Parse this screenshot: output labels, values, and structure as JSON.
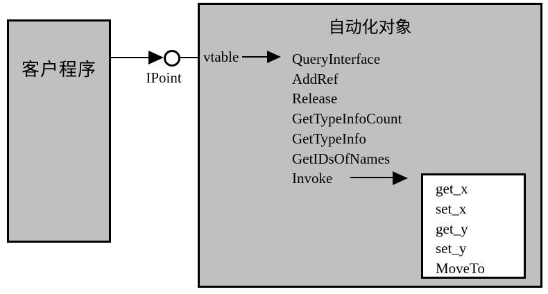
{
  "diagram": {
    "client_box": {
      "label": "客户程序"
    },
    "interface": {
      "label": "IPoint"
    },
    "automation_box": {
      "title": "自动化对象",
      "vtable_label": "vtable",
      "vtable_methods": [
        "QueryInterface",
        "AddRef",
        "Release",
        "GetTypeInfoCount",
        "GetTypeInfo",
        "GetIDsOfNames",
        "Invoke"
      ],
      "dispatch_box": {
        "methods": [
          "get_x",
          "set_x",
          "get_y",
          "set_y",
          "MoveTo"
        ]
      }
    },
    "colors": {
      "box_fill": "#c0c0c0",
      "line": "#000000",
      "dispatch_box_fill": "#ffffff",
      "background": "#ffffff"
    }
  }
}
